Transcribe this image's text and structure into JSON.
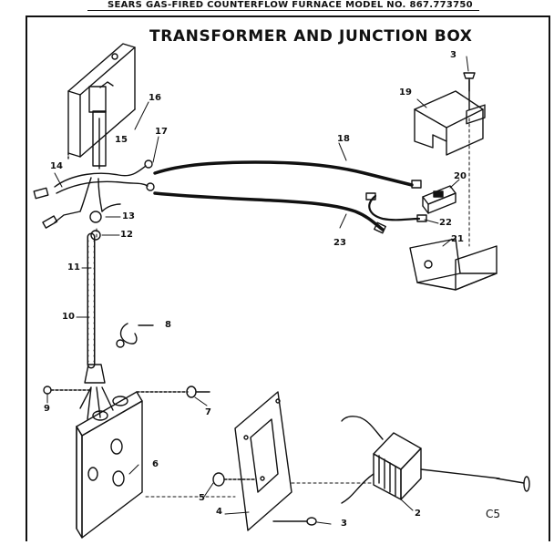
{
  "header": {
    "text": "SEARS GAS-FIRED COUNTERFLOW FURNACE MODEL NO. 867.773750"
  },
  "title": "TRANSFORMER AND JUNCTION BOX",
  "callouts": {
    "c2": "2",
    "c3a": "3",
    "c3b": "3",
    "c4": "4",
    "c5": "5",
    "c6": "6",
    "c7": "7",
    "c8": "8",
    "c9": "9",
    "c10": "10",
    "c11": "11",
    "c12": "12",
    "c13": "13",
    "c14": "14",
    "c15": "15",
    "c16": "16",
    "c17": "17",
    "c18": "18",
    "c19": "19",
    "c20": "20",
    "c21": "21",
    "c22": "22",
    "c23": "23",
    "code": "C5"
  }
}
